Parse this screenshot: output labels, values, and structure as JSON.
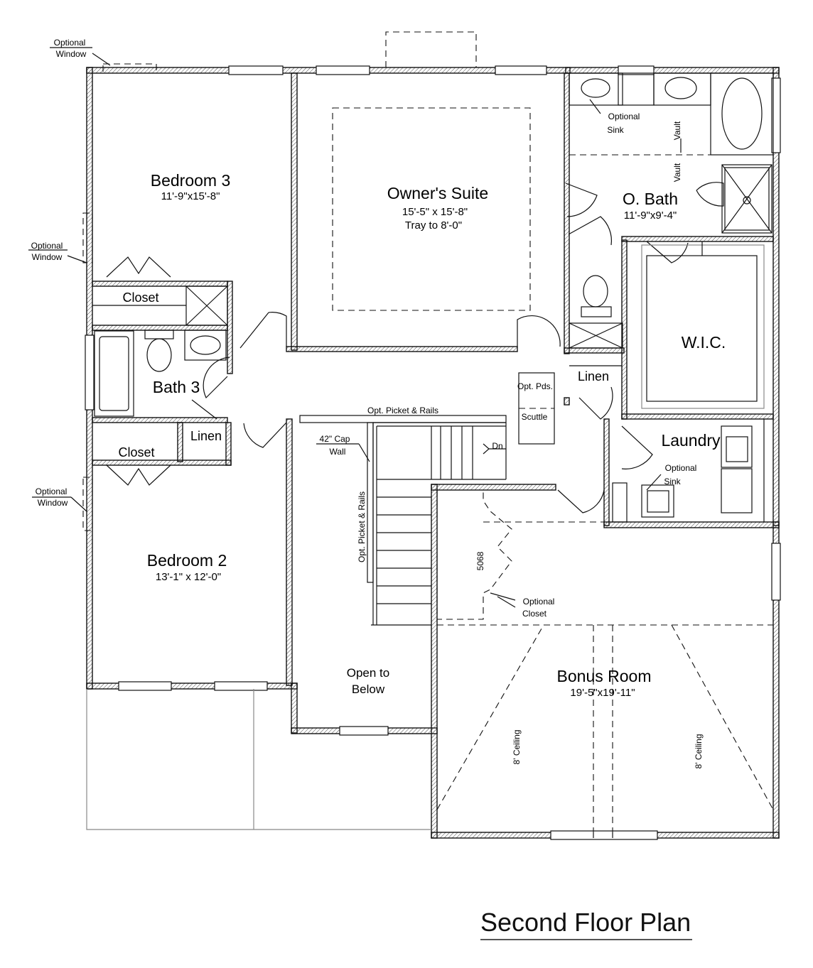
{
  "title": "Second Floor Plan",
  "rooms": {
    "bedroom3": {
      "name": "Bedroom 3",
      "dims": "11'-9\"x15'-8\""
    },
    "owners_suite": {
      "name": "Owner's Suite",
      "dims": "15'-5\" x 15'-8\"",
      "note": "Tray to 8'-0\""
    },
    "obath": {
      "name": "O. Bath",
      "dims": "11'-9\"x9'-4\""
    },
    "wic": {
      "name": "W.I.C."
    },
    "bath3": {
      "name": "Bath 3"
    },
    "closet_upper": {
      "name": "Closet"
    },
    "closet_lower": {
      "name": "Closet"
    },
    "linen_left": {
      "name": "Linen"
    },
    "linen_right": {
      "name": "Linen"
    },
    "laundry": {
      "name": "Laundry"
    },
    "bedroom2": {
      "name": "Bedroom 2",
      "dims": "13'-1\" x 12'-0\""
    },
    "open_below": {
      "line1": "Open to",
      "line2": "Below"
    },
    "bonus": {
      "name": "Bonus Room",
      "dims": "19'-5\"x19'-11\""
    }
  },
  "annotations": {
    "optional_window_1": {
      "line1": "Optional",
      "line2": "Window"
    },
    "optional_window_2": {
      "line1": "Optional",
      "line2": "Window"
    },
    "optional_window_3": {
      "line1": "Optional",
      "line2": "Window"
    },
    "optional_sink_bath": {
      "line1": "Optional",
      "line2": "Sink"
    },
    "optional_sink_laundry": {
      "line1": "Optional",
      "line2": "Sink"
    },
    "vault_1": "Vault",
    "vault_2": "Vault",
    "opt_pds": "Opt. Pds.",
    "scuttle": "Scuttle",
    "picket_rails_top": "Opt. Picket & Rails",
    "picket_rails_side": "Opt. Picket & Rails",
    "cap_wall": {
      "line1": "42\" Cap",
      "line2": "Wall"
    },
    "dn": "Dn",
    "door_5068": "5068",
    "optional_closet": {
      "line1": "Optional",
      "line2": "Closet"
    },
    "ceiling_left": "8' Ceiling",
    "ceiling_right": "8' Ceiling"
  }
}
